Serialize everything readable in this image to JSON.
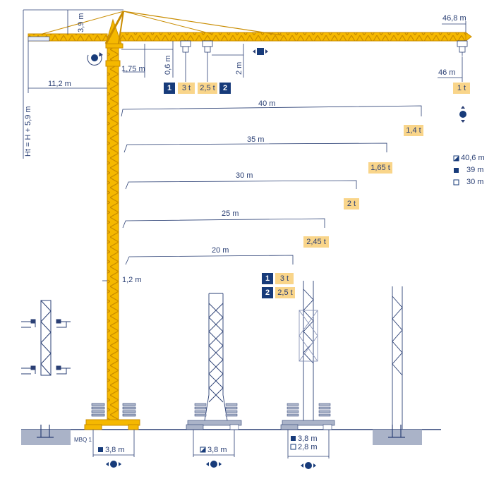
{
  "colors": {
    "mast": "#f5b800",
    "mast_edge": "#c98c00",
    "outline": "#2a3f74",
    "navy": "#173b7a",
    "capacity_bg": "#f9d58a",
    "ground": "#aab3c8"
  },
  "dimensions": {
    "jib_length": "46,8 m",
    "ct_height": "3,9 m",
    "hook_offset": "0,6 m",
    "trolley_gap": "2 m",
    "tower_offset": "1,75 m",
    "counter_jib": "11,2 m",
    "tower_height": "Ht = H + 5,9 m",
    "tip_radius": "46 m",
    "mast_width": "1,2 m"
  },
  "top_capacities": {
    "mode1": {
      "number": "1",
      "value": "3 t"
    },
    "mode2": {
      "number": "2",
      "value": "2,5 t"
    },
    "tip": "1 t"
  },
  "load_curves": [
    {
      "reach": "40 m",
      "load": "1,4 t"
    },
    {
      "reach": "35 m",
      "load": "1,65 t"
    },
    {
      "reach": "30 m",
      "load": "2 t"
    },
    {
      "reach": "25 m",
      "load": "2,45 t"
    },
    {
      "reach": "20 m",
      "load": ""
    }
  ],
  "curve_20m": {
    "mode1": {
      "number": "1",
      "value": "3 t"
    },
    "mode2": {
      "number": "2",
      "value": "2,5 t"
    }
  },
  "jib_legend": [
    {
      "icon": "half-square-icon",
      "label": "40,6 m"
    },
    {
      "icon": "filled-square-icon",
      "label": "39 m"
    },
    {
      "icon": "empty-square-icon",
      "label": "30 m"
    }
  ],
  "model_code": "MBQ 1",
  "bases": [
    {
      "icon": "filled-square-icon",
      "label": "3,8 m"
    },
    {
      "icon": "half-square-icon",
      "label": "3,8 m"
    },
    {
      "icon": "filled-square-icon",
      "label": "3,8 m",
      "icon2": "empty-square-icon",
      "label2": "2,8 m"
    }
  ]
}
